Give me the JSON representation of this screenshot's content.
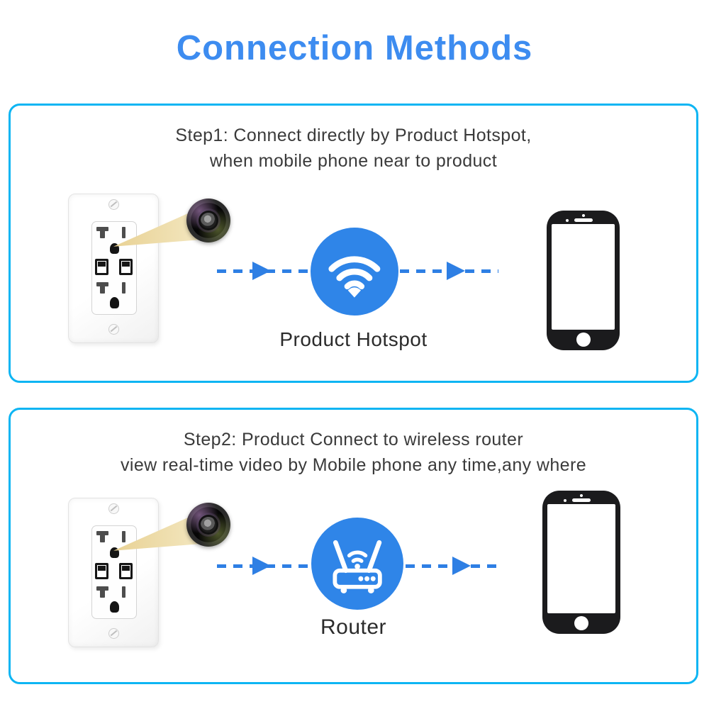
{
  "title": "Connection Methods",
  "colors": {
    "title_blue": "#3d8cf0",
    "accent_blue": "#2e7fe4",
    "node_circle_blue": "#2f85e8",
    "panel_border_cyan": "#0db5f3",
    "heading_text": "#3a3a3a",
    "beam_tan": "#e8d193",
    "phone_black": "#1b1b1d"
  },
  "steps": [
    {
      "line1": "Step1: Connect directly by Product Hotspot,",
      "line2": "when mobile phone near to product",
      "node_icon": "wifi-icon",
      "node_label": "Product Hotspot",
      "left_graphic": "usb-wall-outlet-with-hidden-camera",
      "right_graphic": "smartphone"
    },
    {
      "line1": "Step2: Product Connect to wireless router",
      "line2": "view real-time video by Mobile phone any time,any where",
      "node_icon": "router-icon",
      "node_label": "Router",
      "left_graphic": "usb-wall-outlet-with-hidden-camera",
      "right_graphic": "smartphone"
    }
  ]
}
